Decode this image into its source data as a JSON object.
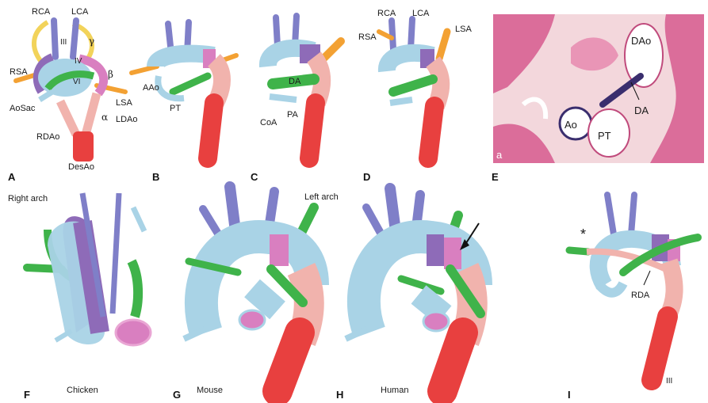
{
  "colors": {
    "aorta_light_blue": "#a9d3e6",
    "arch_blue_purple": "#7f7fc8",
    "purple_segment": "#8e6bb8",
    "magenta_segment": "#d97fc0",
    "green_ductus": "#3fb34a",
    "orange_subclavian": "#f3a133",
    "yellow_arch": "#f2d35a",
    "pink_descending": "#f1b3ad",
    "red_descending": "#e8403f",
    "histology_background": "#f3d7dc",
    "histology_tissue": "#d65a8e"
  },
  "panels": [
    {
      "letter": "A"
    },
    {
      "letter": "B"
    },
    {
      "letter": "C"
    },
    {
      "letter": "D"
    },
    {
      "letter": "E"
    },
    {
      "letter": "F"
    },
    {
      "letter": "G"
    },
    {
      "letter": "H"
    },
    {
      "letter": "I"
    }
  ],
  "panel_a": {
    "rca": "RCA",
    "lca": "LCA",
    "arch_iii": "III",
    "gamma": "γ",
    "rsa": "RSA",
    "arch_iv": "IV",
    "beta": "β",
    "arch_vi": "VI",
    "aosac": "AoSac",
    "lsa": "LSA",
    "alpha": "α",
    "ldao": "LDAo",
    "rdao": "RDAo",
    "desao": "DesAo"
  },
  "panel_b": {
    "aao": "AAo",
    "pt": "PT"
  },
  "panel_c": {
    "da": "DA",
    "coa": "CoA",
    "pa": "PA"
  },
  "panel_d": {
    "rca": "RCA",
    "lca": "LCA",
    "rsa": "RSA",
    "lsa": "LSA"
  },
  "panel_e": {
    "dao": "DAo",
    "da": "DA",
    "ao": "Ao",
    "pt": "PT",
    "sublabel": "a"
  },
  "panel_f": {
    "arch_side": "Right arch",
    "species": "Chicken"
  },
  "panel_g": {
    "arch_side": "Left arch",
    "species": "Mouse"
  },
  "panel_h": {
    "species": "Human"
  },
  "panel_i": {
    "asterisk": "*",
    "rda": "RDA",
    "arch_num": "III"
  }
}
